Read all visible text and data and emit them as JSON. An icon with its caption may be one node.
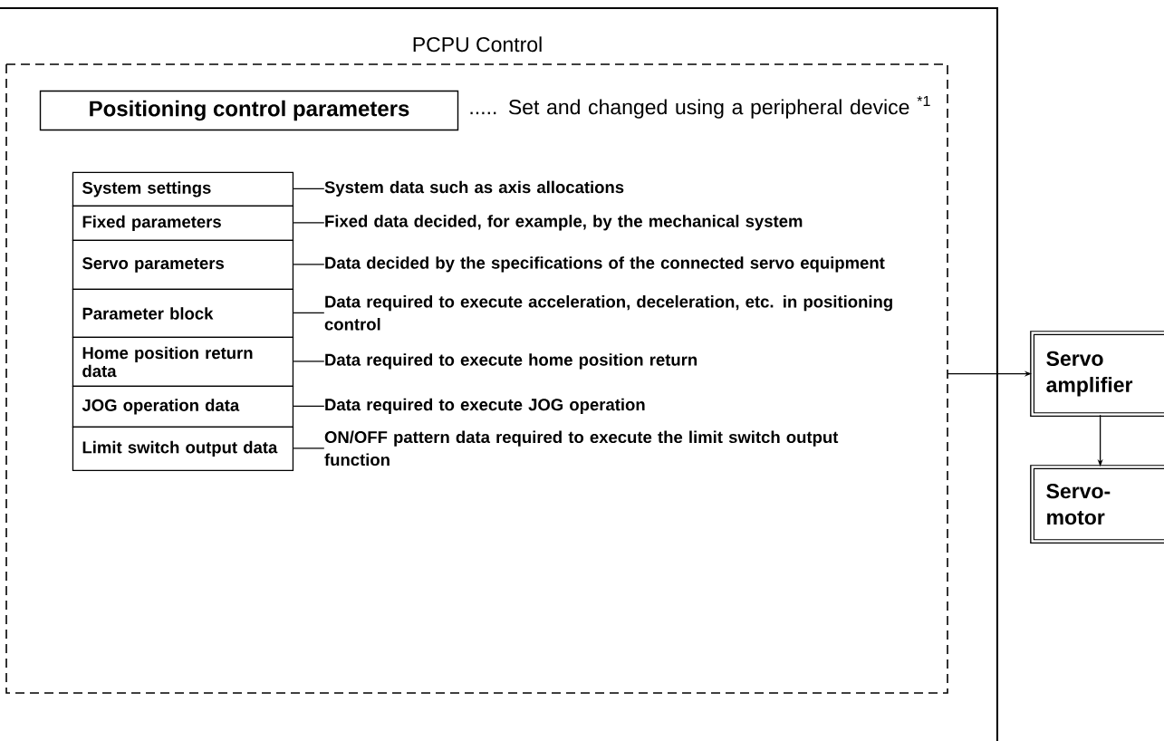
{
  "diagram": {
    "nodes": [
      {
        "text": [
          "PCPU Control"
        ]
      },
      {
        "text": [
          "Positioning control parameters"
        ],
        "in": 0,
        "beside": [
          "..... Set and changed using a peripheral device $^{*1}$"
        ]
      },
      {
        "text": [
          "System settings"
        ],
        "in": 0
      },
      {
        "text": [
          "Fixed parameters"
        ],
        "in": 0
      },
      {
        "text": [
          "Servo parameters"
        ],
        "in": 0
      },
      {
        "text": [
          "Parameter block"
        ],
        "in": 0
      },
      {
        "text": [
          "Home position return data"
        ],
        "in": 0
      },
      {
        "text": [
          "JOG operation data"
        ],
        "in": 0
      },
      {
        "text": [
          "Limit switch output data"
        ],
        "in": 0
      },
      {
        "text": [
          "System data such as axis allocations"
        ],
        "in": 0
      },
      {
        "text": [
          "Fixed data decided, for example, by the mechanical system"
        ],
        "in": 0
      },
      {
        "text": [
          "Data decided by the specifications of the connected servo equipment"
        ],
        "in": 0
      },
      {
        "text": [
          "Data required to execute acceleration, deceleration, etc. in positioning control"
        ],
        "in": 0
      },
      {
        "text": [
          "Data required to execute home position return"
        ],
        "in": 0
      },
      {
        "text": [
          "Data required to execute JOG operation"
        ],
        "in": 0
      },
      {
        "text": [
          "ON/OFF pattern data required to execute the limit switch output function"
        ],
        "in": 0
      },
      {
        "text": [
          "Servo amplifier"
        ]
      },
      {
        "text": [
          "Servo-motor"
        ]
      }
    ],
    "edges": [
      {
        "from": 2,
        "to": 9,
        "arrow": "none"
      },
      {
        "from": 3,
        "to": 10,
        "arrow": "none"
      },
      {
        "from": 4,
        "to": 11,
        "arrow": "none"
      },
      {
        "from": 5,
        "to": 12,
        "arrow": "none"
      },
      {
        "from": 6,
        "to": 13,
        "arrow": "none"
      },
      {
        "from": 7,
        "to": 14,
        "arrow": "none"
      },
      {
        "from": 8,
        "to": 15,
        "arrow": "none"
      },
      {
        "from": 0,
        "to": 16,
        "arrow": "to"
      },
      {
        "from": 16,
        "to": 17,
        "arrow": "to"
      }
    ]
  }
}
